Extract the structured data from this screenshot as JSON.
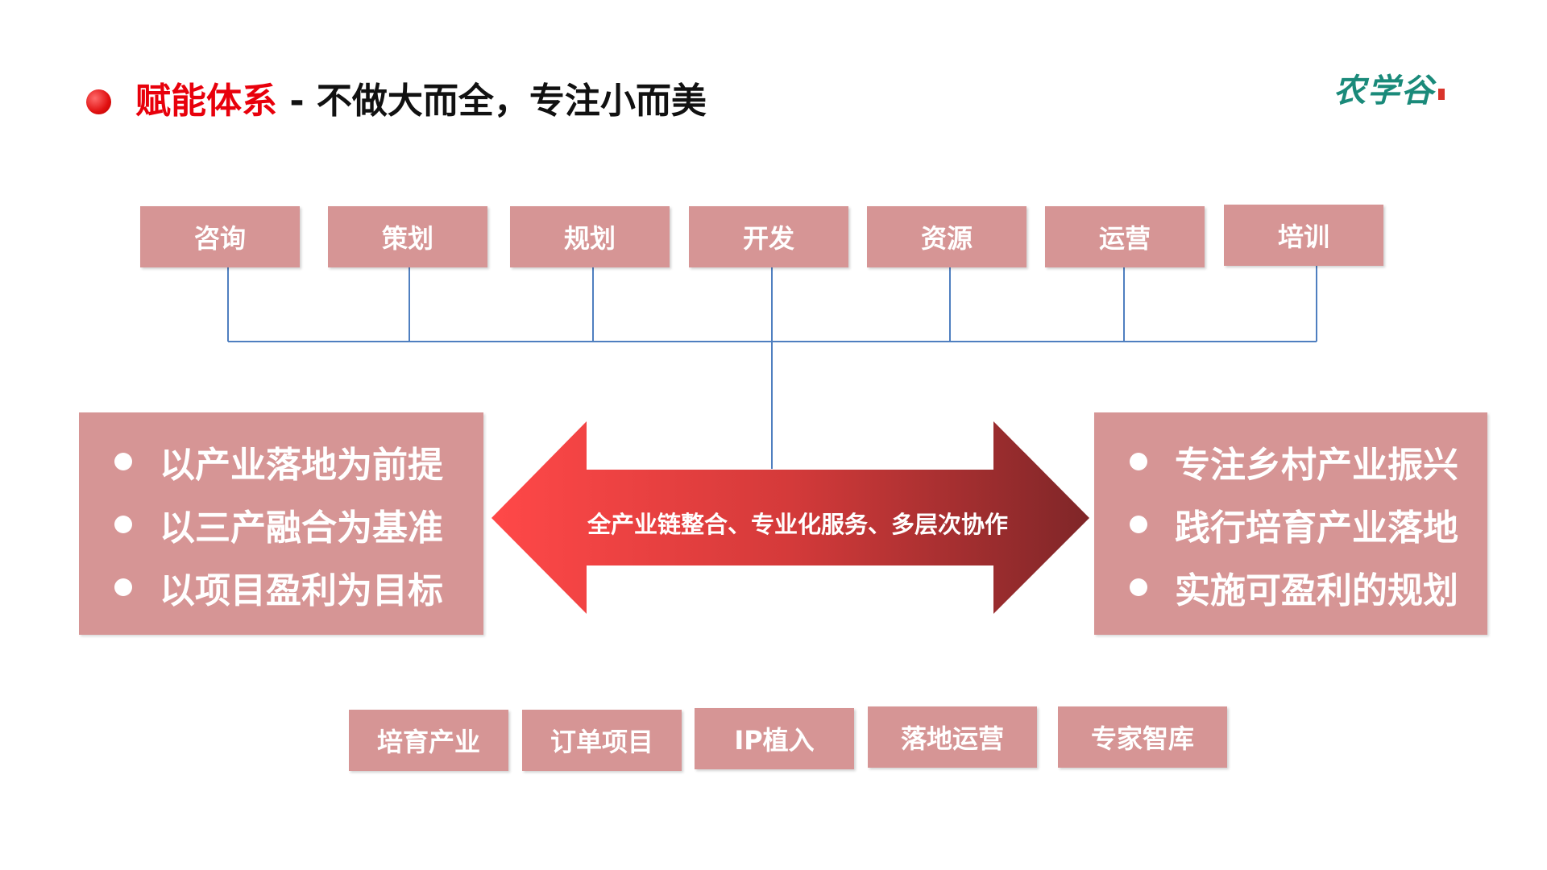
{
  "header": {
    "title_accent": "赋能体系",
    "title_rest": " - 不做大而全，专注小而美",
    "logo_text": "农学谷"
  },
  "top_boxes": [
    "咨询",
    "策划",
    "规划",
    "开发",
    "资源",
    "运营",
    "培训"
  ],
  "left_panel": {
    "items": [
      "以产业落地为前提",
      "以三产融合为基准",
      "以项目盈利为目标"
    ]
  },
  "center_arrow": {
    "label": "全产业链整合、专业化服务、多层次协作"
  },
  "right_panel": {
    "items": [
      "专注乡村产业振兴",
      "践行培育产业落地",
      "实施可盈利的规划"
    ]
  },
  "bottom_boxes": [
    "培育产业",
    "订单项目",
    "IP植入",
    "落地运营",
    "专家智库"
  ],
  "colors": {
    "accent": "#e8000b",
    "box_fill": "#d69595",
    "connector": "#4f7fc0",
    "arrow_left": "#ff4848",
    "arrow_right": "#7f2628",
    "logo": "#1a8a7a"
  }
}
